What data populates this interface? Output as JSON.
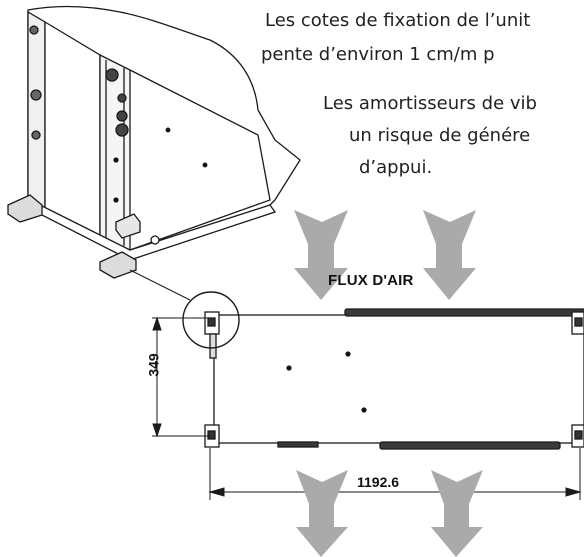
{
  "text": {
    "line1": "Les cotes de fixation de l’unit",
    "line2": "pente d’environ 1 cm/m p",
    "line3": "Les amortisseurs de vib",
    "line4": "un risque de génére",
    "line5": "d’appui."
  },
  "labels": {
    "airflow": "FLUX D'AIR",
    "width": "1192.6",
    "height": "349"
  },
  "colors": {
    "arrow": "#aaaaaa",
    "outline": "#1a1a1a"
  }
}
